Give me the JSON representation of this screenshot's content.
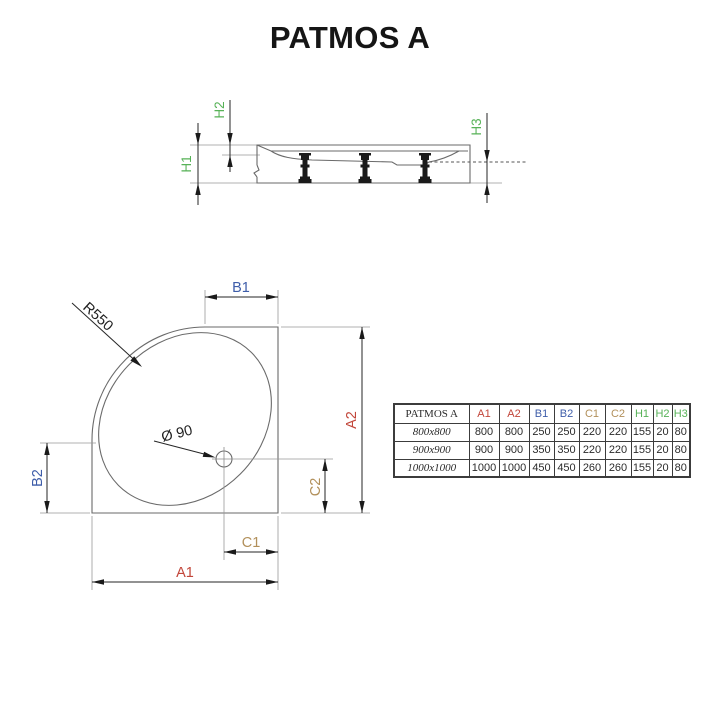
{
  "title": "PATMOS A",
  "colors": {
    "dim_a_red": "#C2463A",
    "dim_b_blue": "#3E5DA9",
    "dim_c_olive": "#B2905B",
    "dim_h_green": "#57B257",
    "outline_gray": "#6a6a6a",
    "dimension_black": "#262626"
  },
  "side_view": {
    "labels": {
      "h1": "H1",
      "h2": "H2",
      "h3": "H3"
    }
  },
  "top_view": {
    "labels": {
      "a1": "A1",
      "a2": "A2",
      "b1": "B1",
      "b2": "B2",
      "c1": "C1",
      "c2": "C2",
      "radius": "R550",
      "drain": "Ø 90"
    }
  },
  "table": {
    "title": "PATMOS A",
    "columns": [
      "A1",
      "A2",
      "B1",
      "B2",
      "C1",
      "C2",
      "H1",
      "H2",
      "H3"
    ],
    "rows": [
      {
        "size": "800x800",
        "values": [
          "800",
          "800",
          "250",
          "250",
          "220",
          "220",
          "155",
          "20",
          "80"
        ]
      },
      {
        "size": "900x900",
        "values": [
          "900",
          "900",
          "350",
          "350",
          "220",
          "220",
          "155",
          "20",
          "80"
        ]
      },
      {
        "size": "1000x1000",
        "values": [
          "1000",
          "1000",
          "450",
          "450",
          "260",
          "260",
          "155",
          "20",
          "80"
        ]
      }
    ]
  }
}
